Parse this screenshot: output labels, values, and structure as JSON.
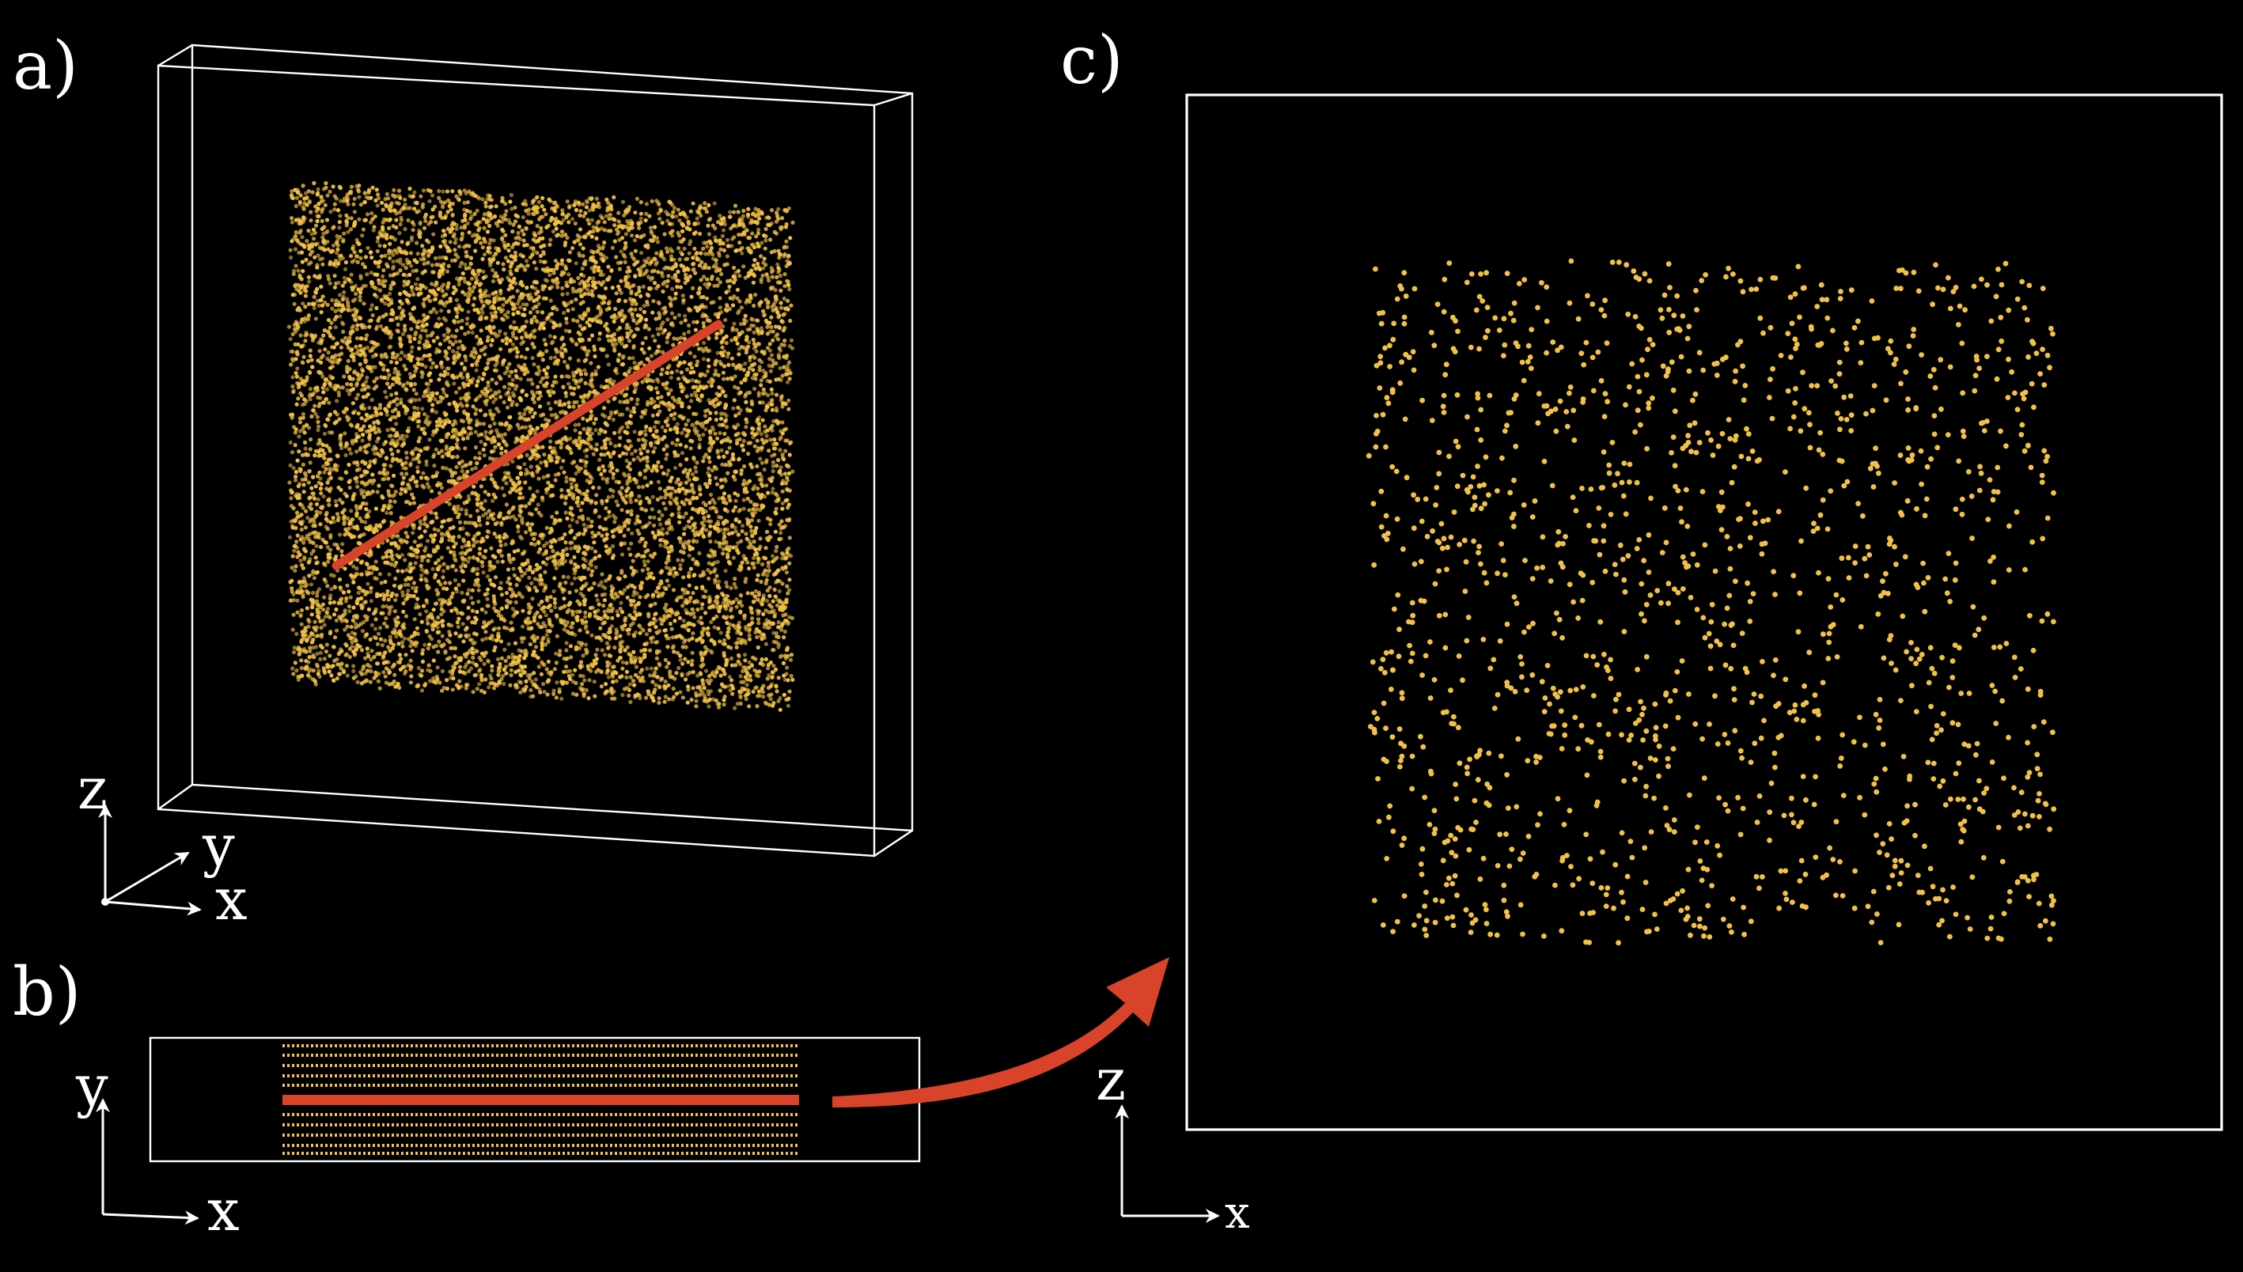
{
  "panels": {
    "a": {
      "label": "a)",
      "axes": {
        "z": "z",
        "y": "y",
        "x": "x"
      }
    },
    "b": {
      "label": "b)",
      "axes": {
        "y": "y",
        "x": "x"
      }
    },
    "c": {
      "label": "c)",
      "axes": {
        "z": "z",
        "x": "x"
      }
    }
  },
  "colors": {
    "background": "#000000",
    "frame": "#ffffff",
    "particle": "#f2c246",
    "fiber": "#d8432a",
    "arrow": "#d8432a"
  }
}
